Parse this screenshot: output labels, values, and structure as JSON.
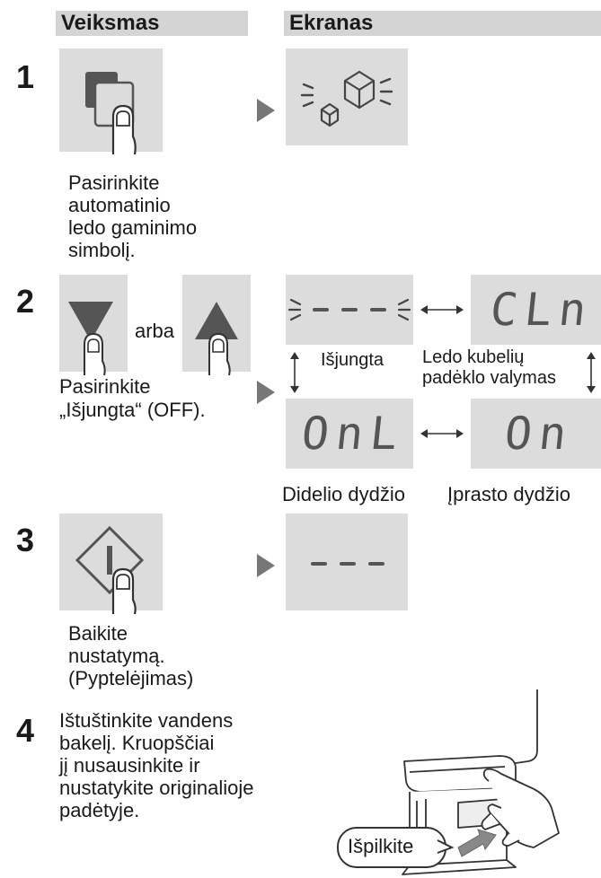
{
  "headers": {
    "action": "Veiksmas",
    "display": "Ekranas"
  },
  "steps": [
    {
      "number": "1",
      "lines": [
        "Pasirinkite",
        "automatinio",
        "ledo gaminimo",
        "simbolį."
      ]
    },
    {
      "number": "2",
      "or_text": "arba",
      "lines": [
        "Pasirinkite",
        "„Išjungta“ (OFF)."
      ],
      "display_codes": [
        "CLn",
        "OnL",
        "On"
      ],
      "labels": {
        "off": "Išjungta",
        "cleaning": [
          "Ledo kubelių",
          "padėklo valymas"
        ],
        "large": "Didelio dydžio",
        "normal": "Įprasto dydžio"
      }
    },
    {
      "number": "3",
      "lines": [
        "Baikite",
        "nustatymą.",
        "(Pyptelėjimas)"
      ]
    },
    {
      "number": "4",
      "lines": [
        "Ištuštinkite vandens",
        "bakelį. Kruopščiai",
        "jį nusausinkite ir",
        "nustatykite originalioje",
        "padėtyje."
      ],
      "callout": "Išpilkite"
    }
  ],
  "colors": {
    "panel": "#dcdcdc",
    "header": "#d4d4d4",
    "arrow": "#777777",
    "segment": "#555555"
  },
  "icons": [
    "ice-mode-icon",
    "finger-press-icon",
    "ice-cubes-icon",
    "down-arrow-key-icon",
    "up-arrow-key-icon",
    "set-key-icon",
    "double-arrow-icon",
    "water-tank-icon"
  ]
}
